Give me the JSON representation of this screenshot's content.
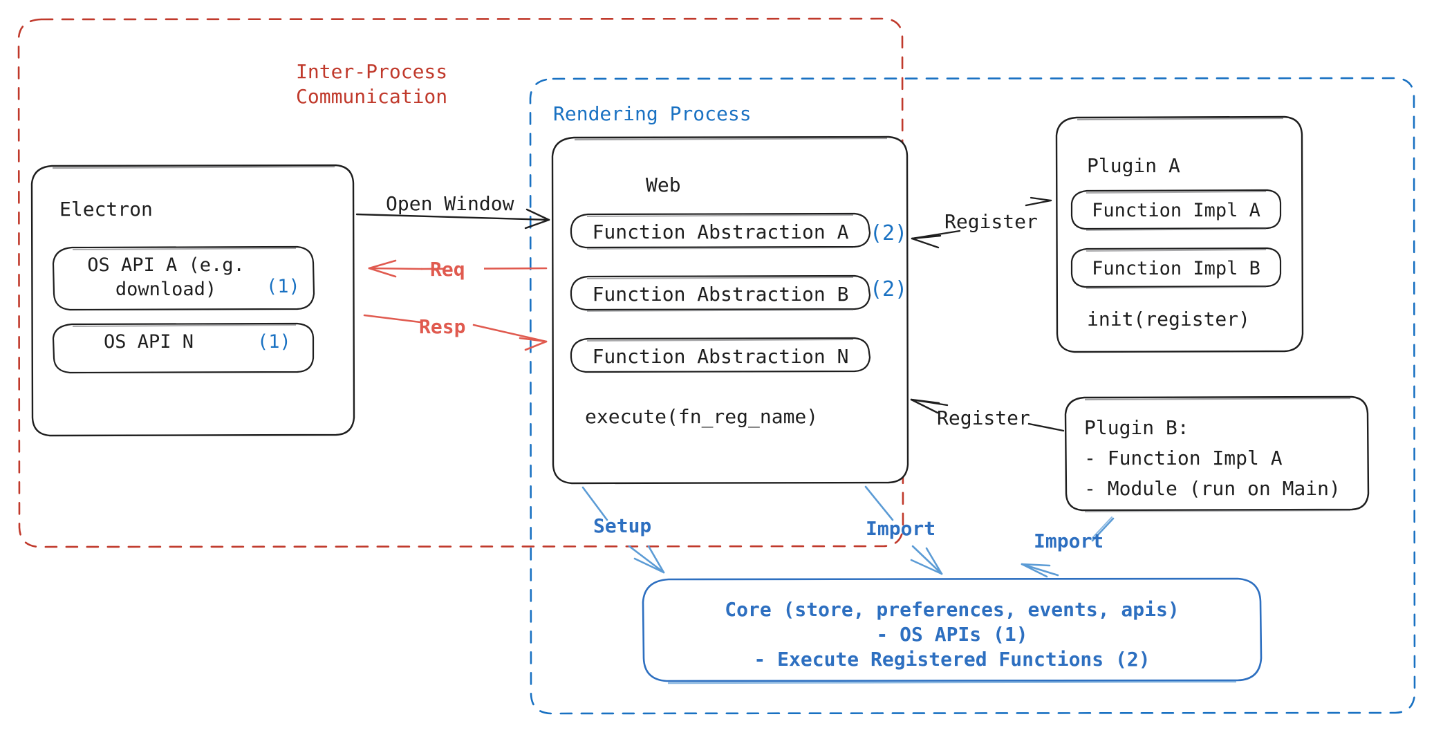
{
  "diagram": {
    "title_hidden": "Electron plugin architecture",
    "groups": {
      "ipc": {
        "label": "Inter-Process\nCommunication",
        "color": "#c0392b",
        "style": "dashed"
      },
      "rendering": {
        "label": "Rendering Process",
        "color": "#1971c2",
        "style": "dashed"
      }
    },
    "electron": {
      "title": "Electron",
      "items": [
        {
          "text": "OS API A (e.g.\ndownload)",
          "marker": "(1)"
        },
        {
          "text": "OS API N",
          "marker": "(1)"
        }
      ]
    },
    "web": {
      "title": "Web",
      "items": [
        {
          "text": "Function Abstraction A",
          "marker": "(2)"
        },
        {
          "text": "Function Abstraction B",
          "marker": "(2)"
        },
        {
          "text": "Function Abstraction N",
          "marker": ""
        }
      ],
      "footer": "execute(fn_reg_name)"
    },
    "plugin_a": {
      "title": "Plugin A",
      "items": [
        {
          "text": "Function Impl A"
        },
        {
          "text": "Function Impl B"
        }
      ],
      "footer": "init(register)"
    },
    "plugin_b": {
      "lines": [
        "Plugin B:",
        "- Function Impl A",
        "- Module (run on Main)"
      ]
    },
    "core": {
      "lines": [
        "Core (store, preferences, events, apis)",
        "- OS APIs (1)",
        "- Execute Registered Functions (2)"
      ],
      "color": "#2d6fc0"
    },
    "edges": [
      {
        "id": "open-window",
        "label": "Open Window",
        "color": "#1e1e1e"
      },
      {
        "id": "req",
        "label": "Req",
        "color": "#e05a4f"
      },
      {
        "id": "resp",
        "label": "Resp",
        "color": "#e05a4f"
      },
      {
        "id": "register-top",
        "label": "Register",
        "color": "#1e1e1e"
      },
      {
        "id": "register-bottom",
        "label": "Register",
        "color": "#1e1e1e"
      },
      {
        "id": "setup",
        "label": "Setup",
        "color": "#2d6fc0"
      },
      {
        "id": "import-web",
        "label": "Import",
        "color": "#2d6fc0"
      },
      {
        "id": "import-plugin-b",
        "label": "Import",
        "color": "#2d6fc0"
      }
    ],
    "colors": {
      "ink": "#1e1e1e",
      "red": "#c0392b",
      "red_arrow": "#e05a4f",
      "blue": "#1971c2",
      "blue_core": "#2d6fc0",
      "blue_light": "#5b9bd5"
    }
  }
}
